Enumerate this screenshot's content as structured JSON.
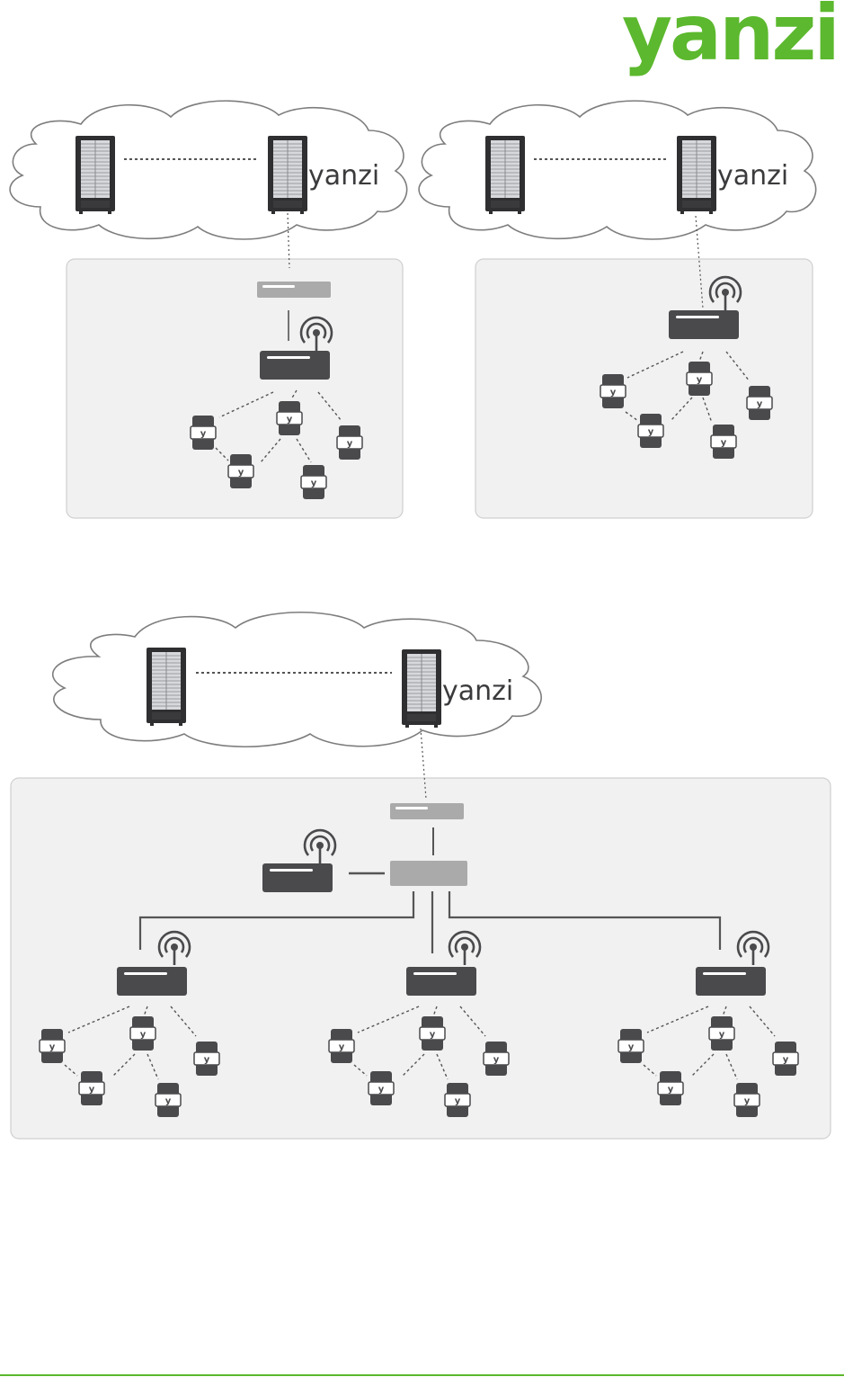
{
  "brand": {
    "logo_text": "yanzi",
    "server_label": "yanzi",
    "sensor_glyph": "y",
    "color": "#5cb82e"
  },
  "colors": {
    "panel_fill": "#f1f1f1",
    "panel_stroke": "#cfcfcf",
    "cloud_stroke": "#7d7d7d",
    "device": "#4a4a4d",
    "switch_light": "#aaaaaa",
    "line": "#555555",
    "server_body": "#2f2f31",
    "server_face": "#d9dadd"
  },
  "icons": [
    "server-rack-icon",
    "cloud-icon",
    "router-icon",
    "antenna-icon",
    "switch-icon",
    "sensor-icon"
  ]
}
